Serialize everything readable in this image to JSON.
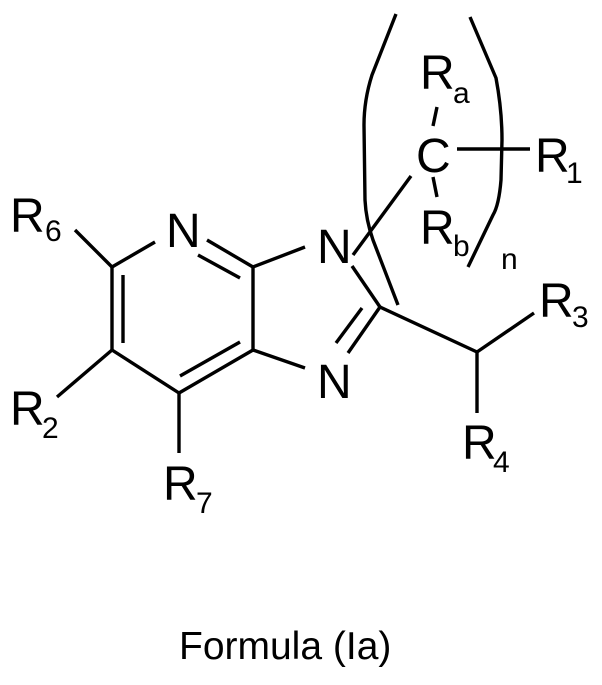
{
  "diagram": {
    "type": "chemical-structure",
    "caption": "Formula (Ia)",
    "core": "imidazo[4,5-b]pyridine",
    "atoms": {
      "n_pyridine": "N",
      "n1_imidazole": "N",
      "n3_imidazole": "N",
      "carbon_c": "C"
    },
    "substituents": {
      "r6": {
        "main": "R",
        "sub": "6"
      },
      "r2": {
        "main": "R",
        "sub": "2"
      },
      "r7": {
        "main": "R",
        "sub": "7"
      },
      "ra": {
        "main": "R",
        "sub": "a"
      },
      "rb": {
        "main": "R",
        "sub": "b"
      },
      "r1": {
        "main": "R",
        "sub": "1"
      },
      "r3": {
        "main": "R",
        "sub": "3"
      },
      "r4": {
        "main": "R",
        "sub": "4"
      }
    },
    "repeat_subscript": "n",
    "colors": {
      "ink": "#000000",
      "background": "#ffffff"
    }
  }
}
